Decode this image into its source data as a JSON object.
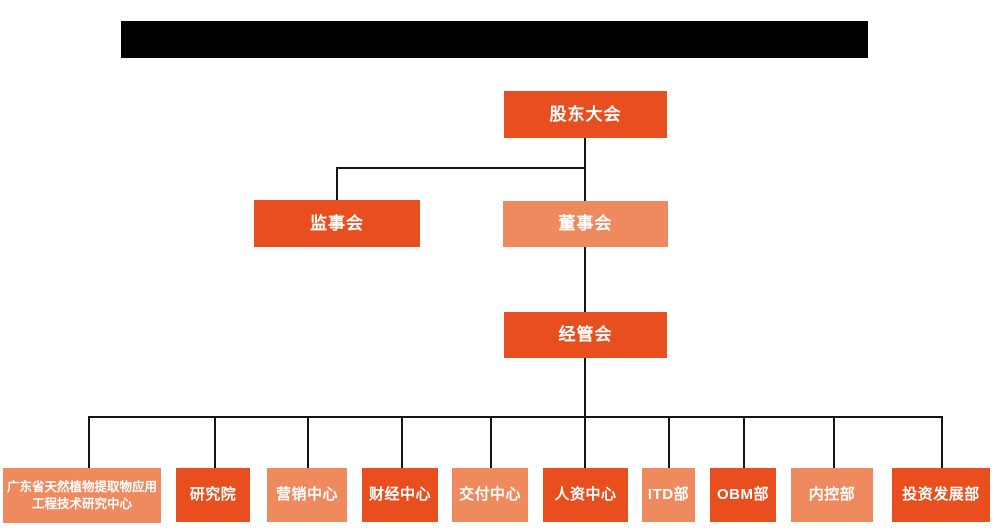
{
  "colors": {
    "node_dark": "#e94e1e",
    "node_light": "#ef8a5f",
    "connector": "#141414",
    "title_bar_bg": "#000000",
    "node_text": "#ffffff",
    "page_bg": "#ffffff"
  },
  "org": {
    "nodes": {
      "shareholders": {
        "label": "股东大会",
        "variant": "dark"
      },
      "supervisory": {
        "label": "监事会",
        "variant": "dark"
      },
      "board": {
        "label": "董事会",
        "variant": "light"
      },
      "management": {
        "label": "经管会",
        "variant": "dark"
      },
      "departments": [
        {
          "label": "广东省天然植物提取物应用工程技术研究中心",
          "variant": "light"
        },
        {
          "label": "研究院",
          "variant": "dark"
        },
        {
          "label": "营销中心",
          "variant": "light"
        },
        {
          "label": "财经中心",
          "variant": "dark"
        },
        {
          "label": "交付中心",
          "variant": "light"
        },
        {
          "label": "人资中心",
          "variant": "dark"
        },
        {
          "label": "ITD部",
          "variant": "light"
        },
        {
          "label": "OBM部",
          "variant": "dark"
        },
        {
          "label": "内控部",
          "variant": "light"
        },
        {
          "label": "投资发展部",
          "variant": "dark"
        }
      ]
    }
  }
}
